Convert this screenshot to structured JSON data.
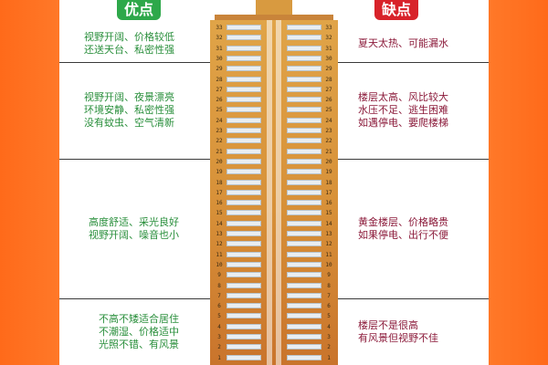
{
  "headers": {
    "pros": "优点",
    "cons": "缺点"
  },
  "colors": {
    "background": "#ff7a2a",
    "pros": "#2a8f3c",
    "cons": "#8b1a3a",
    "building": "#d79038"
  },
  "floors": [
    "33",
    "32",
    "31",
    "30",
    "29",
    "28",
    "27",
    "26",
    "25",
    "24",
    "23",
    "22",
    "21",
    "20",
    "19",
    "18",
    "17",
    "16",
    "15",
    "14",
    "13",
    "12",
    "11",
    "10",
    "9",
    "8",
    "7",
    "6",
    "5",
    "4",
    "3",
    "2",
    "1"
  ],
  "sections": [
    {
      "pros": [
        "视野开阔、价格较低",
        "还送天台、私密性强"
      ],
      "cons": [
        "夏天太热、可能漏水"
      ]
    },
    {
      "pros": [
        "视野开阔、夜景漂亮",
        "环境安静、私密性强",
        "没有蚊虫、空气清新"
      ],
      "cons": [
        "楼层太高、风比较大",
        "水压不足、逃生困难",
        "如遇停电、要爬楼梯"
      ]
    },
    {
      "pros": [
        "高度舒适、采光良好",
        "视野开阔、噪音也小"
      ],
      "cons": [
        "黄金楼层、价格略贵",
        "如果停电、出行不便"
      ]
    },
    {
      "pros": [
        "不高不矮适合居住",
        "不潮湿、价格适中",
        "光照不错、有风景"
      ],
      "cons": [
        "楼层不是很高",
        "有风景但视野不佳"
      ]
    }
  ]
}
